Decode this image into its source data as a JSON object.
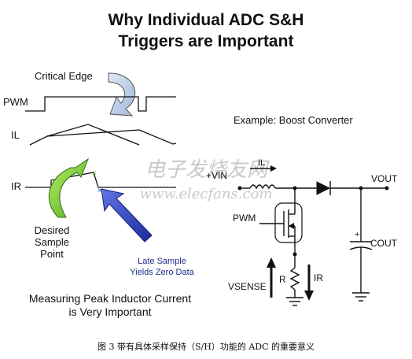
{
  "title": {
    "line1": "Why Individual ADC S&H",
    "line2": "Triggers are Important"
  },
  "waveforms": {
    "critical_edge": "Critical Edge",
    "pwm_label": "PWM",
    "il_label": "IL",
    "ir_label": "IR",
    "desired_sample_line1": "Desired",
    "desired_sample_line2": "Sample",
    "desired_sample_line3": "Point",
    "late_sample_line1": "Late Sample",
    "late_sample_line2": "Yields Zero Data",
    "measuring_line1": "Measuring Peak Inductor Current",
    "measuring_line2": "is Very Important"
  },
  "circuit": {
    "example_label": "Example: Boost Converter",
    "vin_label": "+VIN",
    "il_label": "IL",
    "vout_label": "VOUT",
    "pwm_label": "PWM",
    "cout_label": "COUT",
    "plus_sign": "+",
    "vsense_label": "VSENSE",
    "r_label": "R",
    "ir_label": "IR"
  },
  "watermark": {
    "cn_text": "电子发烧友网",
    "url_text": "www.elecfans.com"
  },
  "caption": "图 3 带有具体采样保持（S/H）功能的 ADC 的重要意义",
  "colors": {
    "green_arrow": "#7ccc2a",
    "blue_arrow": "#2b3db5",
    "late_sample_text": "#1f2a8a",
    "desired_marker": "#6abf2a",
    "late_marker": "#2b3db5"
  }
}
